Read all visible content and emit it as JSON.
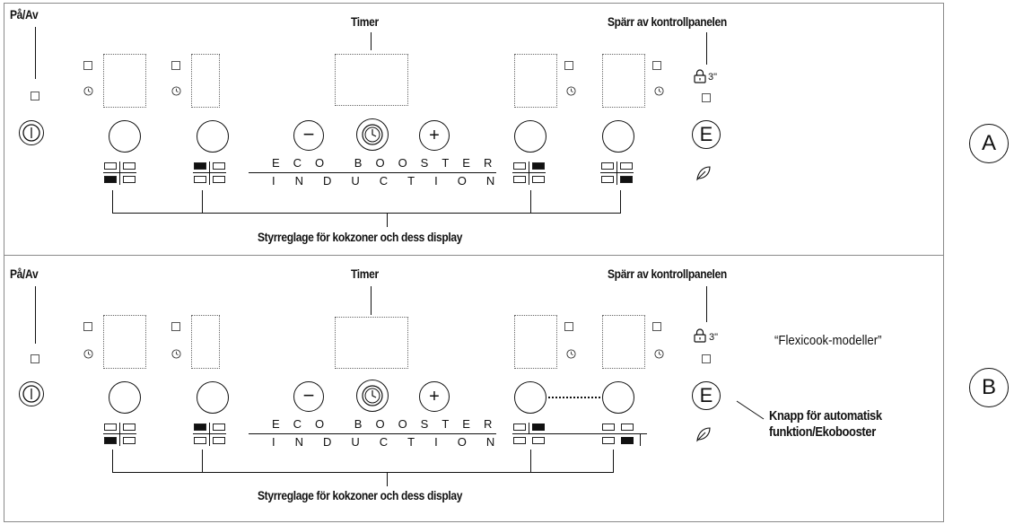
{
  "panels": [
    {
      "id": "A",
      "on_off": "På/Av",
      "timer": "Timer",
      "lock": "Spärr av kontrollpanelen",
      "lock_time": "3\"",
      "eco_word": "ECO BOOSTER",
      "induction_word": "INDUCTION",
      "bottom_label": "Styrreglage för kokzoner och dess display",
      "side_letter": "A"
    },
    {
      "id": "B",
      "on_off": "På/Av",
      "timer": "Timer",
      "lock": "Spärr av kontrollpanelen",
      "lock_time": "3\"",
      "eco_word": "ECO BOOSTER",
      "induction_word": "INDUCTION",
      "bottom_label": "Styrreglage för kokzoner och dess display",
      "side_letter": "B",
      "model_note": "“Flexicook-modeller”",
      "auto_note_line1": "Knapp för automatisk",
      "auto_note_line2": "funktion/Ekobooster"
    }
  ],
  "icons": {
    "power": "power-icon",
    "minus": "minus-icon",
    "plus": "plus-icon",
    "timer": "clock-icon",
    "lock": "padlock-icon",
    "eco": "leaf-icon",
    "auto": "e-icon"
  },
  "symbols": {
    "minus": "−",
    "plus": "+",
    "auto": "E"
  }
}
